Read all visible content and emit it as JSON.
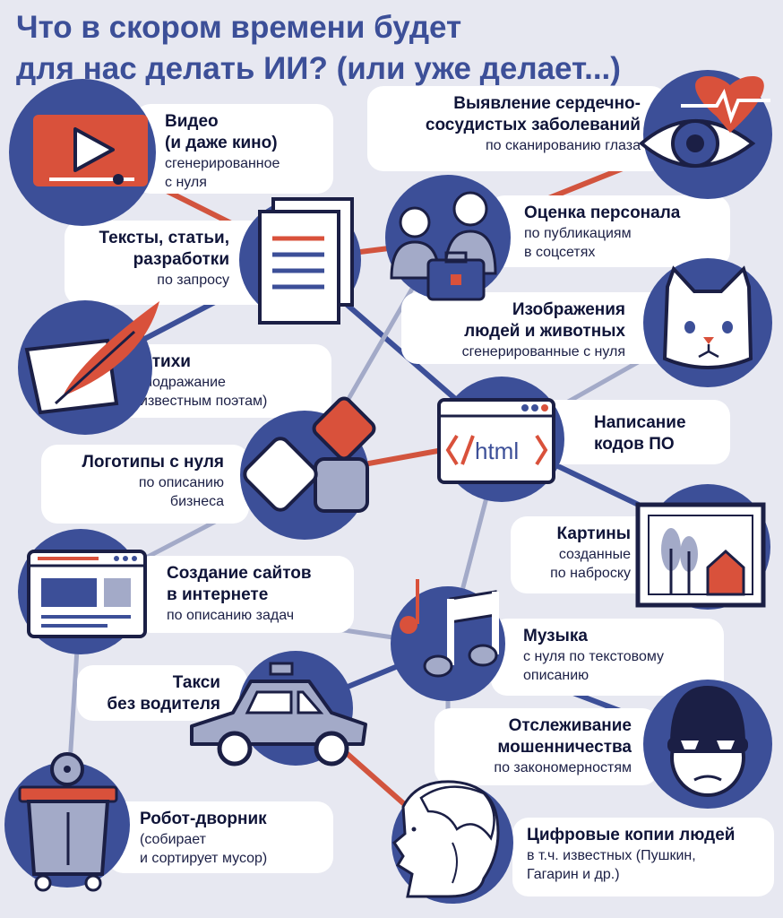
{
  "title": {
    "line1": "Что в скором времени будет",
    "line2": "для нас делать ИИ? (или уже делает...)"
  },
  "colors": {
    "background": "#e7e8f1",
    "navy": "#3c4f98",
    "red": "#d9513b",
    "line_red": "#d2543e",
    "line_blue": "#3c4f98",
    "line_light": "#a3aac8"
  },
  "items": {
    "video": {
      "title": "Видео\n(и даже кино)",
      "desc": "сгенерированное\nс нуля",
      "icon": "video-player-icon"
    },
    "cardio": {
      "title": "Выявление сердечно-\nсосудистых заболеваний",
      "desc": "по сканированию глаза",
      "icon": "eye-heart-icon"
    },
    "texts": {
      "title": "Тексты, статьи,\nразработки",
      "desc": "по запросу",
      "icon": "document-icon"
    },
    "staff": {
      "title": "Оценка персонала",
      "desc": "по публикациям\nв соцсетях",
      "icon": "people-briefcase-icon"
    },
    "images": {
      "title": "Изображения\nлюдей и животных",
      "desc": "сгенерированные с нуля",
      "icon": "cat-icon"
    },
    "poems": {
      "title": "Стихи",
      "desc": "(подражание\nизвестным поэтам)",
      "icon": "feather-icon"
    },
    "code": {
      "title": "Написание\nкодов ПО",
      "desc": "",
      "icon_text": "</html",
      "icon": "html-code-icon"
    },
    "logos": {
      "title": "Логотипы с нуля",
      "desc": "по описанию\nбизнеса",
      "icon": "logo-shapes-icon"
    },
    "paintings": {
      "title": "Картины",
      "desc": "созданные\nпо наброску",
      "icon": "picture-frame-icon"
    },
    "sites": {
      "title": "Создание сайтов\nв интернете",
      "desc": "по описанию задач",
      "icon": "website-icon"
    },
    "music": {
      "title": "Музыка",
      "desc": "с нуля по текстовому\nописанию",
      "icon": "music-note-icon"
    },
    "taxi": {
      "title": "Такси\nбез водителя",
      "desc": "",
      "icon": "taxi-car-icon"
    },
    "fraud": {
      "title": "Отслеживание\nмошенничества",
      "desc": "по закономерностям",
      "icon": "fraudster-icon"
    },
    "robot": {
      "title": "Робот-дворник",
      "desc": "(собирает\nи сортирует мусор)",
      "icon": "robot-bin-icon"
    },
    "clones": {
      "title": "Цифровые копии людей",
      "desc": "в т.ч. известных (Пушкин,\nГагарин и др.)",
      "icon": "pushkin-profile-icon"
    }
  }
}
